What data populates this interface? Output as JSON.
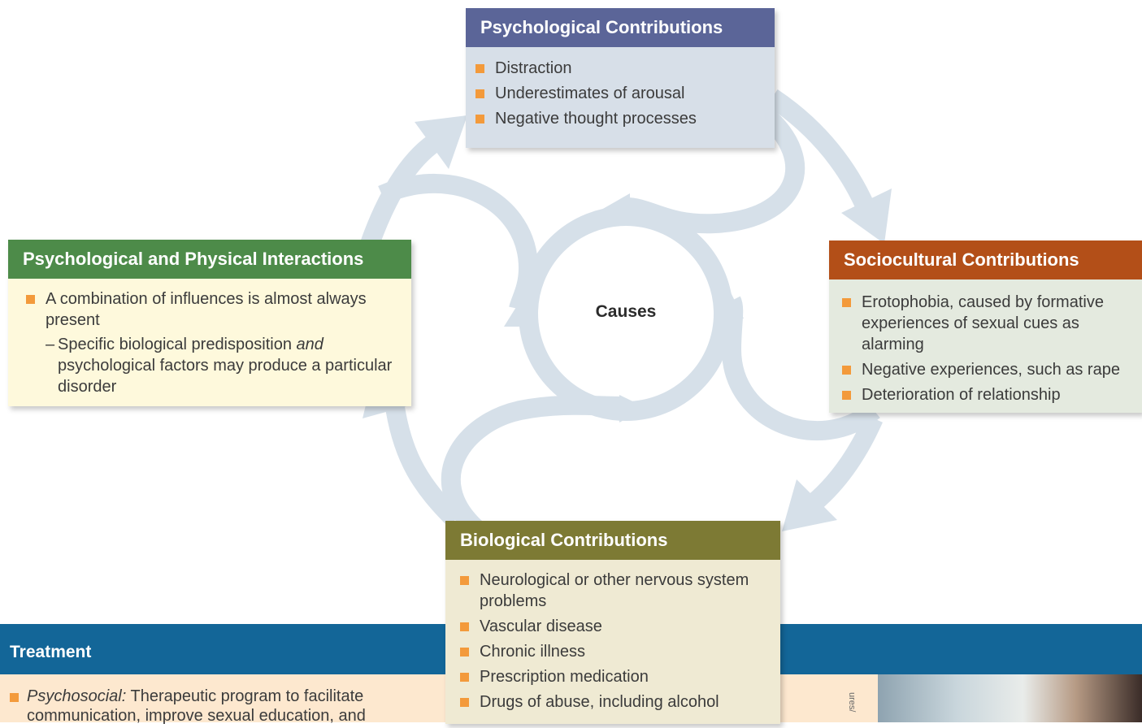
{
  "center_label": "Causes",
  "psychological": {
    "title": "Psychological Contributions",
    "items": [
      "Distraction",
      "Underestimates of arousal",
      "Negative thought processes"
    ]
  },
  "sociocultural": {
    "title": "Sociocultural Contributions",
    "items": [
      "Erotophobia, caused by formative experiences of sexual cues as alarming",
      "Negative experiences, such as rape",
      "Deterioration of relationship"
    ]
  },
  "biological": {
    "title": "Biological Contributions",
    "items": [
      "Neurological or other nervous system problems",
      "Vascular disease",
      "Chronic illness",
      "Prescription medication",
      "Drugs of abuse, including alcohol"
    ]
  },
  "interactions": {
    "title": "Psychological and Physical Interactions",
    "item": "A combination of influences is almost always present",
    "sub_dash": "–",
    "sub_before": "Specific biological predisposition ",
    "sub_em": "and",
    "sub_after": " psychological factors may produce a particular disorder"
  },
  "treatment": {
    "title": "Treatment",
    "label": "Psychosocial:",
    "text": " Therapeutic program to facilitate communication, improve sexual education, and"
  },
  "photo_credit": "ures/",
  "colors": {
    "psych_header": "#5b6598",
    "socio_header": "#b34f18",
    "bio_header": "#7d7a34",
    "interact_header": "#4d8b49",
    "treatment_bar": "#136698",
    "bullet": "#f39a3b",
    "arrows": "#d6e0e9"
  }
}
